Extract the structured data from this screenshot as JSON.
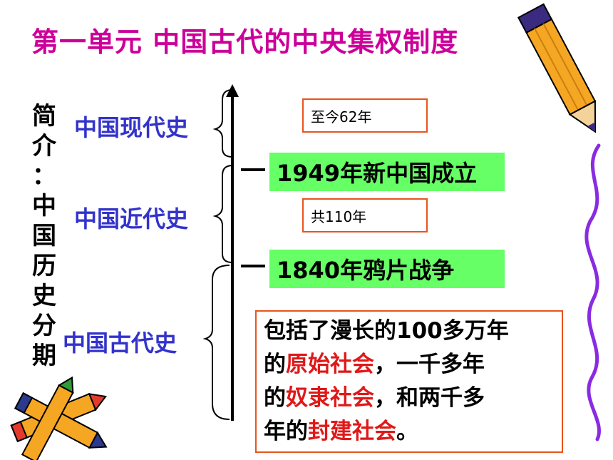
{
  "title": "第一单元  中国古代的中央集权制度",
  "side_label": [
    "简",
    "介",
    "：",
    "中",
    "国",
    "历",
    "史",
    "分",
    "期"
  ],
  "periods": {
    "modern": "中国现代史",
    "recent": "中国近代史",
    "ancient": "中国古代史"
  },
  "durations": {
    "modern": "至今62年",
    "recent": "共110年"
  },
  "events": {
    "e1949": "1949年新中国成立",
    "e1840": "1840年鸦片战争"
  },
  "description": {
    "l1": "包括了漫长的100多万年",
    "l2a": "的",
    "l2b": "原始社会",
    "l2c": "，一千多年",
    "l3a": "的",
    "l3b": "奴隶社会",
    "l3c": "，和两千多",
    "l4a": "年的",
    "l4b": "封建社会",
    "l4c": "。"
  },
  "colors": {
    "title": "#cc0099",
    "period": "#3333cc",
    "box_border": "#e8541c",
    "event_bg": "#66ff66",
    "highlight": "#e01818",
    "squiggle": "#8a2be2"
  },
  "decorations": [
    "pencil-icon",
    "crayons-icon",
    "squiggle-line"
  ]
}
